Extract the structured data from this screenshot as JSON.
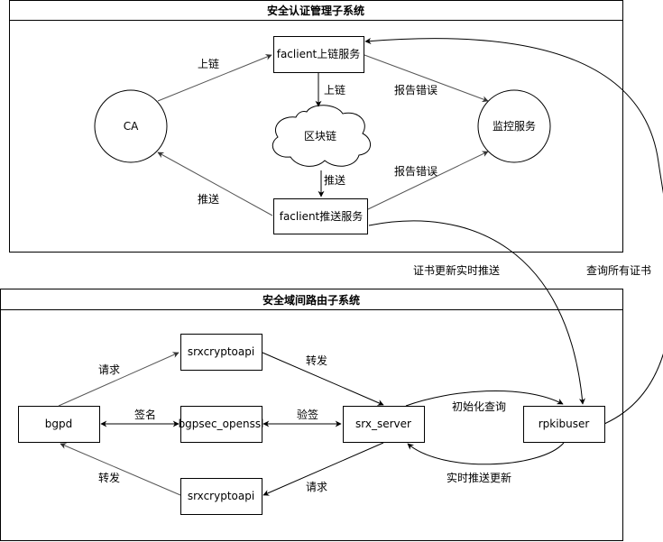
{
  "top_system": {
    "title": "安全认证管理子系统"
  },
  "bottom_system": {
    "title": "安全域间路由子系统"
  },
  "nodes": {
    "ca": "CA",
    "faclient_up": "faclient上链服务",
    "blockchain": "区块链",
    "monitor": "监控服务",
    "faclient_push": "faclient推送服务",
    "bgpd": "bgpd",
    "srxcryptoapi_top": "srxcryptoapi",
    "bgpsec_openssl": "bgpsec_openssl",
    "srxcryptoapi_bottom": "srxcryptoapi",
    "srx_server": "srx_server",
    "rpkibuser": "rpkibuser"
  },
  "edge_labels": {
    "ca_to_up": "上链",
    "up_to_chain": "上链",
    "up_report": "报告错误",
    "push_report": "报告错误",
    "chain_to_push": "推送",
    "push_to_ca": "推送",
    "push_to_rpki": "证书更新实时推送",
    "rpki_query": "查询所有证书",
    "bgpd_req": "请求",
    "crypto_fwd": "转发",
    "sign": "签名",
    "verify": "验签",
    "init_query": "初始化查询",
    "rt_push": "实时推送更新",
    "srx_req": "请求",
    "crypto_to_bgpd": "转发"
  }
}
